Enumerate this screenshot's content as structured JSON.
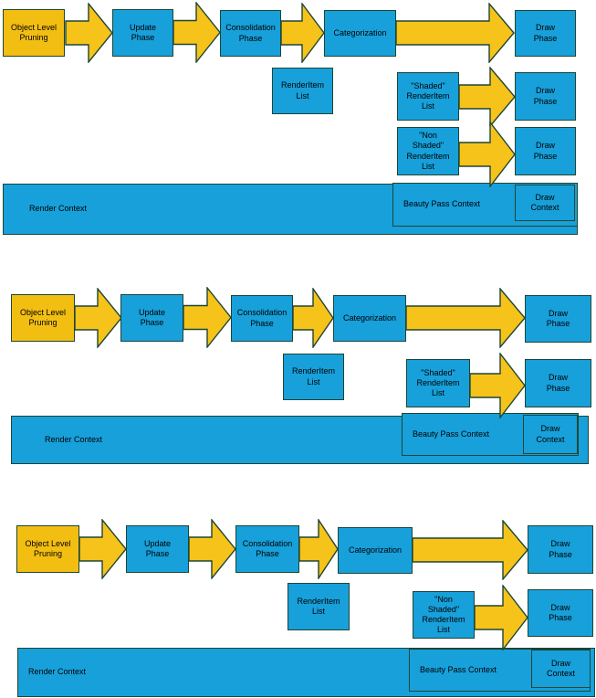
{
  "colors": {
    "box_fill": "#17A0DA",
    "pruning_fill": "#F2BE12",
    "arrow_fill": "#F6C31A",
    "border": "#1E4634",
    "text": "#000000"
  },
  "labels": {
    "object_level_pruning": "Object Level\nPruning",
    "update_phase": "Update\nPhase",
    "consolidation_phase": "Consolidation\nPhase",
    "categorization": "Categorization",
    "draw_phase": "Draw\nPhase",
    "renderitem_list": "RenderItem\nList",
    "shaded_renderitem_list": "\"Shaded\"\nRenderItem\nList",
    "non_shaded_renderitem_list": "\"Non\nShaded\"\nRenderItem\nList",
    "render_context": "Render Context",
    "beauty_pass_context": "Beauty Pass Context",
    "draw_context": "Draw\nContext"
  }
}
